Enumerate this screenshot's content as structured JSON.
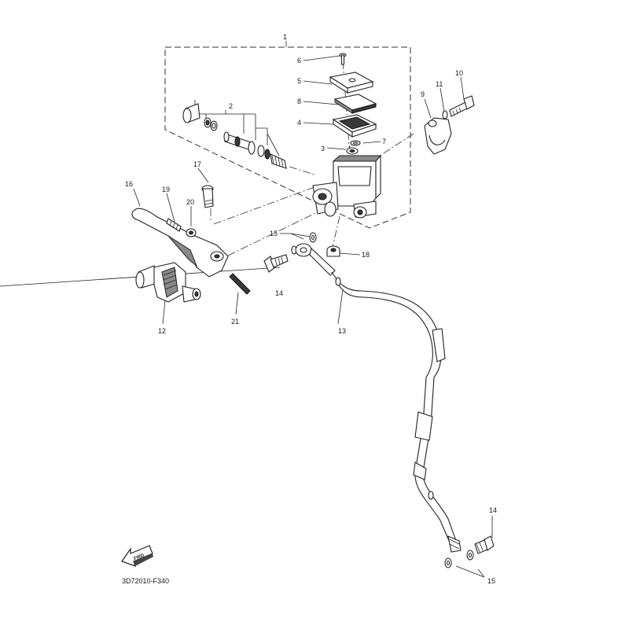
{
  "callouts": {
    "n1": "1",
    "n2": "2",
    "n3": "3",
    "n4": "4",
    "n5": "5",
    "n6": "6",
    "n7": "7",
    "n8": "8",
    "n9": "9",
    "n10": "10",
    "n11": "11",
    "n12": "12",
    "n13": "13",
    "n14a": "14",
    "n14b": "14",
    "n15a": "15",
    "n15b": "15",
    "n16": "16",
    "n17": "17",
    "n18": "18",
    "n19": "19",
    "n20": "20",
    "n21": "21"
  },
  "diagram_code": "3D72010-F340",
  "fwd_badge": "FWD"
}
